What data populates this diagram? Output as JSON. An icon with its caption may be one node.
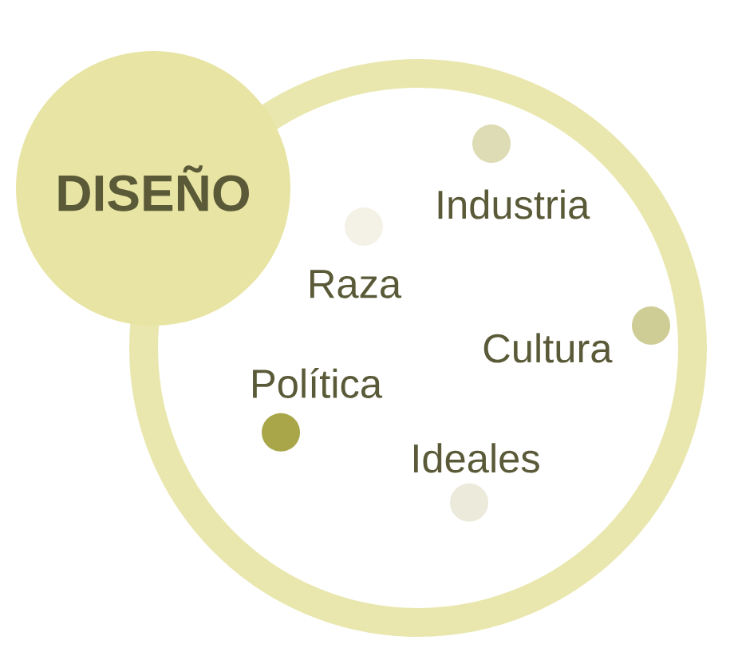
{
  "diagram": {
    "nodes": [
      {
        "text": [],
        "shape": "circle"
      },
      {
        "text": [
          "DISEÑO"
        ]
      }
    ],
    "edges": [],
    "labels": [
      "Industria",
      "Raza",
      "Cultura",
      "Política",
      "Ideales"
    ]
  }
}
